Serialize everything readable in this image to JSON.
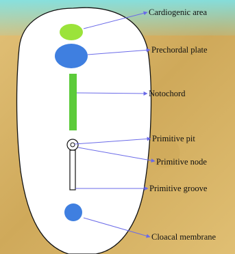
{
  "labels": {
    "cardiogenic_area": "Cardiogenic area",
    "prechordal_plate": "Prechordal plate",
    "notochord": "Notochord",
    "primitive_pit": "Primitive pit",
    "primitive_node": "Primitive node",
    "primitive_groove": "Primitive groove",
    "cloacal_membrane": "Cloacal membrane"
  },
  "colors": {
    "cardiogenic_area": "#9be33a",
    "prechordal_plate": "#3f7fe0",
    "notochord": "#5ccb3a",
    "cloacal_membrane": "#3f7fe0",
    "leader_line": "#6a6ae8"
  }
}
